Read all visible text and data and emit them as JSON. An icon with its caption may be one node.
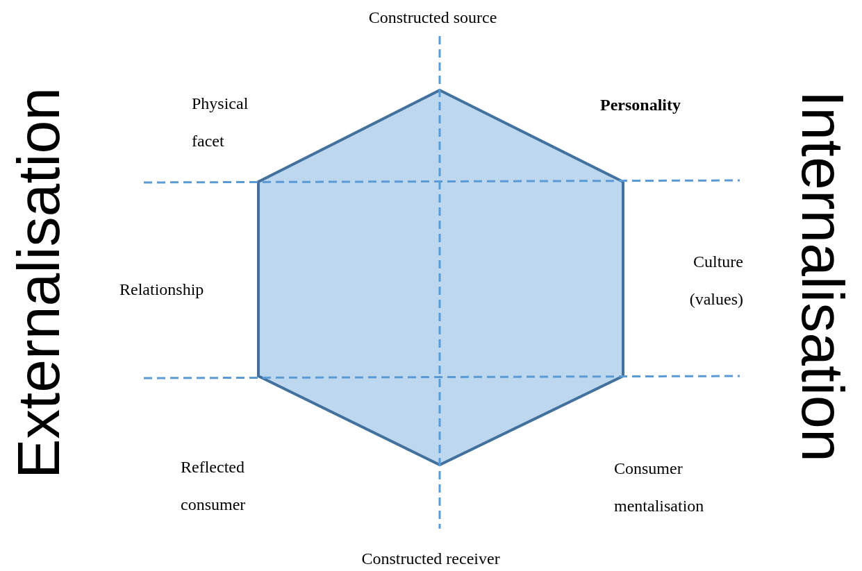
{
  "diagram": {
    "nodes": [
      {
        "text": [],
        "shape": "hexagon"
      }
    ],
    "labels": [
      "Constructed source",
      "Physical facet",
      "Personality",
      "Relationship",
      "Culture (values)",
      "Reflected consumer",
      "Consumer mentalisation",
      "Constructed receiver",
      "Externalisation",
      "Internalisation"
    ]
  }
}
